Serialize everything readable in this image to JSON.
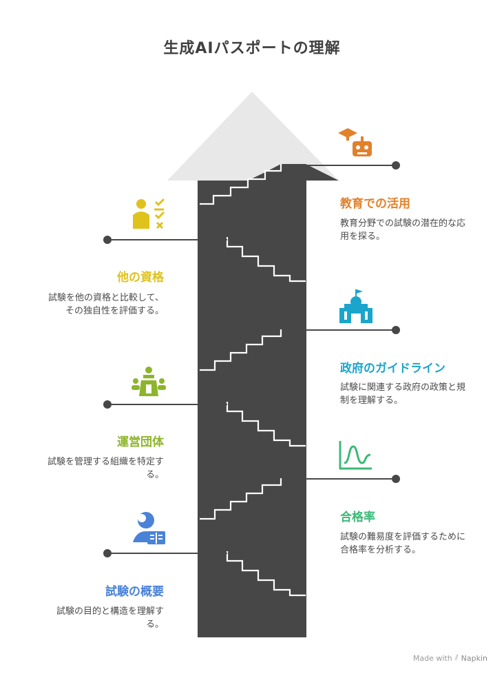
{
  "title": "生成AIパスポートの理解",
  "items": [
    {
      "heading": "教育での活用",
      "description": "教育分野での試験の潜在的な応用を探る。",
      "color": "#E2812A",
      "icon": "robot-graduation-icon",
      "side": "right"
    },
    {
      "heading": "他の資格",
      "description": "試験を他の資格と比較して、その独自性を評価する。",
      "color": "#E0C21C",
      "icon": "person-checklist-icon",
      "side": "left"
    },
    {
      "heading": "政府のガイドライン",
      "description": "試験に関連する政府の政策と規制を理解する。",
      "color": "#1BA5CC",
      "icon": "government-building-icon",
      "side": "right"
    },
    {
      "heading": "運営団体",
      "description": "試験を管理する組織を特定する。",
      "color": "#8DB52B",
      "icon": "meeting-table-icon",
      "side": "left"
    },
    {
      "heading": "合格率",
      "description": "試験の難易度を評価するために合格率を分析する。",
      "color": "#3CB878",
      "icon": "distribution-chart-icon",
      "side": "right"
    },
    {
      "heading": "試験の概要",
      "description": "試験の目的と構造を理解する。",
      "color": "#4A82D8",
      "icon": "person-reading-icon",
      "side": "left"
    }
  ],
  "footer": {
    "made_with": "Made with",
    "brand": "Napkin"
  }
}
